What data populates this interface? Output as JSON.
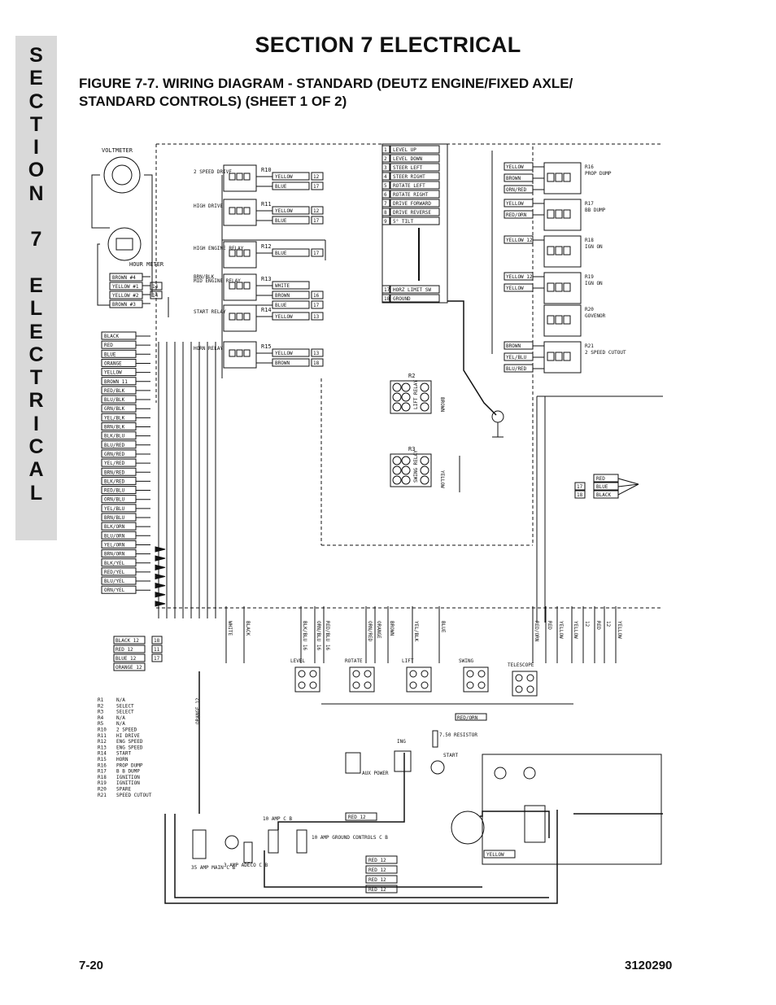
{
  "section_tab": {
    "letters": [
      "S",
      "E",
      "C",
      "T",
      "I",
      "O",
      "N",
      "",
      "7",
      "",
      "E",
      "L",
      "E",
      "C",
      "T",
      "R",
      "I",
      "C",
      "A",
      "L"
    ]
  },
  "header": {
    "title": "SECTION 7  ELECTRICAL",
    "figure_line1": "FIGURE 7-7.    WIRING DIAGRAM - STANDARD (DEUTZ ENGINE/FIXED AXLE/",
    "figure_line2": "STANDARD CONTROLS) (SHEET 1 OF 2)"
  },
  "diagram": {
    "voltmeter": "VOLTMETER",
    "hour_meter": "HOUR METER",
    "relays_left": [
      {
        "id": "R10",
        "label": "2 SPEED DRIVE",
        "wires": [
          {
            "color": "YELLOW",
            "num": "12"
          },
          {
            "color": "BLUE",
            "num": "17"
          }
        ]
      },
      {
        "id": "R11",
        "label": "HIGH DRIVE",
        "wires": [
          {
            "color": "YELLOW",
            "num": "12"
          },
          {
            "color": "BLUE",
            "num": "17"
          }
        ]
      },
      {
        "id": "R12",
        "label": "HIGH ENGINE RELAY",
        "wires": [
          {
            "color": "BLUE",
            "num": "17"
          }
        ]
      },
      {
        "id": "R13",
        "label": "MID ENGINE RELAY",
        "wires": [
          {
            "color": "WHITE",
            "num": ""
          },
          {
            "color": "BROWN",
            "num": "16"
          },
          {
            "color": "BLUE",
            "num": "17"
          }
        ]
      },
      {
        "id": "R14",
        "label": "START RELAY",
        "wires": [
          {
            "color": "YELLOW",
            "num": "13"
          }
        ]
      },
      {
        "id": "R15",
        "label": "HORN RELAY",
        "wires": [
          {
            "color": "YELLOW",
            "num": "13"
          },
          {
            "color": "BROWN",
            "num": "18"
          }
        ]
      }
    ],
    "meter_wires": [
      {
        "color": "BROWN #4",
        "num": ""
      },
      {
        "color": "YELLOW #1",
        "num": "14"
      },
      {
        "color": "YELLOW #2",
        "num": "14"
      },
      {
        "color": "BROWN #3",
        "num": ""
      }
    ],
    "brn_blk": "BRN/BLK",
    "left_wire_list": [
      "BLACK",
      "RED",
      "BLUE",
      "ORANGE",
      "YELLOW",
      "BROWN 11",
      "RED/BLK",
      "BLU/BLK",
      "GRN/BLK",
      "YEL/BLK",
      "BRN/BLK",
      "BLK/BLU",
      "BLU/RED",
      "GRN/RED",
      "YEL/RED",
      "BRN/RED",
      "BLK/RED",
      "RED/BLU",
      "ORN/BLU",
      "YEL/BLU",
      "BRN/BLU",
      "BLK/ORN",
      "BLU/ORN",
      "YEL/ORN",
      "BRN/ORN",
      "BLK/YEL",
      "RED/YEL",
      "BLU/YEL",
      "ORN/YEL"
    ],
    "terminal_strip": [
      {
        "n": "1",
        "label": "LEVEL UP"
      },
      {
        "n": "2",
        "label": "LEVEL DOWN"
      },
      {
        "n": "3",
        "label": "STEER LEFT"
      },
      {
        "n": "4",
        "label": "STEER RIGHT"
      },
      {
        "n": "5",
        "label": "ROTATE LEFT"
      },
      {
        "n": "6",
        "label": "ROTATE RIGHT"
      },
      {
        "n": "7",
        "label": "DRIVE FORWARD"
      },
      {
        "n": "8",
        "label": "DRIVE REVERSE"
      },
      {
        "n": "9",
        "label": "5° TILT"
      },
      {
        "n": "17",
        "label": "HORZ LIMIT SW"
      },
      {
        "n": "18",
        "label": "GROUND"
      }
    ],
    "lift_relay": {
      "id": "R2",
      "label": "LIFT RELAY",
      "wire": "BROWN"
    },
    "swing_relay": {
      "id": "R3",
      "label": "SWING RELAY",
      "wire": "YELLOW"
    },
    "relays_right": [
      {
        "id": "R16",
        "label": "PROP DUMP",
        "wires": [
          "YELLOW",
          "BROWN",
          "ORN/RED"
        ]
      },
      {
        "id": "R17",
        "label": "BB DUMP",
        "wires": [
          "YELLOW",
          "RED/ORN"
        ]
      },
      {
        "id": "R18",
        "label": "IGN ON",
        "wires": [
          "YELLOW 12"
        ]
      },
      {
        "id": "R19",
        "label": "IGN ON",
        "wires": [
          "YELLOW 12",
          "YELLOW"
        ]
      },
      {
        "id": "R20",
        "label": "GOVENOR",
        "wires": []
      },
      {
        "id": "R21",
        "label": "2 SPEED CUTOUT",
        "wires": [
          "BROWN",
          "YEL/BLU",
          "BLU/RED"
        ]
      }
    ],
    "right_wires": [
      {
        "num": "",
        "color": "RED"
      },
      {
        "num": "17",
        "color": "BLUE"
      },
      {
        "num": "18",
        "color": "BLACK"
      }
    ],
    "valves": [
      "LEVEL",
      "ROTATE",
      "LIFT",
      "SWING",
      "TELESCOPE"
    ],
    "lower_vertical_wires": [
      "WHITE",
      "BLACK",
      "BLK/BLU 16",
      "ORN/BLU 16",
      "RED/BLU 16",
      "ORN/RED",
      "ORANGE",
      "BROWN",
      "YEL/BLK",
      "BLUE",
      "RED/ORN",
      "RED",
      "YELLOW",
      "YELLOW",
      "12",
      "RED",
      "12",
      "YELLOW"
    ],
    "bottom_wires": [
      {
        "color": "BLACK 12",
        "num": "18"
      },
      {
        "color": "RED 12",
        "num": "11"
      },
      {
        "color": "BLUE 12",
        "num": "17"
      },
      {
        "color": "ORANGE 12",
        "num": ""
      }
    ],
    "legend": [
      {
        "id": "R1",
        "desc": "N/A"
      },
      {
        "id": "R2",
        "desc": "SELECT"
      },
      {
        "id": "R3",
        "desc": "SELECT"
      },
      {
        "id": "R4",
        "desc": "N/A"
      },
      {
        "id": "R5",
        "desc": "N/A"
      },
      {
        "id": "R10",
        "desc": "2 SPEED"
      },
      {
        "id": "R11",
        "desc": "HI DRIVE"
      },
      {
        "id": "R12",
        "desc": "ENG  SPEED"
      },
      {
        "id": "R13",
        "desc": "ENG  SPEED"
      },
      {
        "id": "R14",
        "desc": "START"
      },
      {
        "id": "R15",
        "desc": "HORN"
      },
      {
        "id": "R16",
        "desc": "PROP  DUMP"
      },
      {
        "id": "R17",
        "desc": "B B DUMP"
      },
      {
        "id": "R18",
        "desc": "IGNITION"
      },
      {
        "id": "R19",
        "desc": "IGNITION"
      },
      {
        "id": "R20",
        "desc": "SPARE"
      },
      {
        "id": "R21",
        "desc": "SPEED CUTOUT"
      }
    ],
    "bottom_labels": {
      "orange_12": "ORANGE 12",
      "red_orn": "RED/ORN",
      "resistor": "7.50 RESISTOR",
      "ing": "ING",
      "start": "START",
      "aux_power": "AUX POWER",
      "cb_10amp": "10 AMP C B",
      "cb_10amp_ground": "10 AMP GROUND CONTROLS C B",
      "cb_35amp": "35 AMP MAIN C B",
      "cb_3amp": "3 AMP ADECO C B",
      "red12_a": "RED 12",
      "red12_b": "RED 12",
      "red12_c": "RED 12",
      "red12_d": "RED 12",
      "red12_e": "RED 12",
      "yellow": "YELLOW"
    }
  },
  "footer": {
    "page": "7-20",
    "doc_number": "3120290"
  }
}
